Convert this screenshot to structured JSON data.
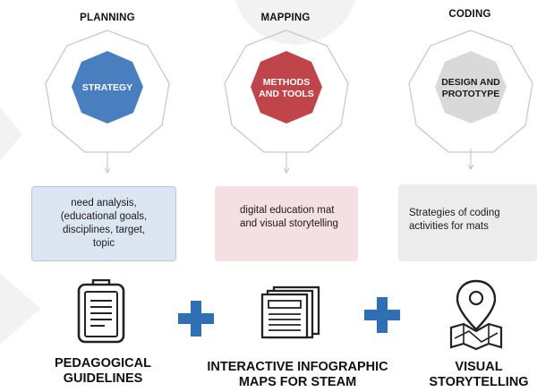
{
  "columns": [
    {
      "title": "PLANNING",
      "hex_label": "STRATEGY",
      "hex_color": "#4a7fbf",
      "hex_text_color": "#ffffff",
      "box_text": "need analysis,\n(educational goals,\ndisciplines, target,\ntopic",
      "box_color": "#dce6f2"
    },
    {
      "title": "MAPPING",
      "hex_label": "METHODS\nAND TOOLS",
      "hex_color": "#c0454a",
      "hex_text_color": "#ffffff",
      "box_text": "digital education mat\nand  visual storytelling",
      "box_color": "#f4dfe3"
    },
    {
      "title": "CODING",
      "hex_label": "DESIGN AND\nPROTOTYPE",
      "hex_color": "#d9d9d9",
      "hex_text_color": "#1a1a1a",
      "box_text": "Strategies of coding\nactivities for mats",
      "box_color": "#ececec"
    }
  ],
  "outputs": [
    {
      "label": "PEDAGOGICAL\nGUIDELINES",
      "icon": "clipboard-document-icon"
    },
    {
      "label": "INTERACTIVE INFOGRAPHIC\nMAPS FOR STEAM",
      "icon": "layered-documents-icon"
    },
    {
      "label": "VISUAL\nSTORYTELLING",
      "icon": "map-pin-icon"
    }
  ],
  "connector_symbol": "+",
  "colors": {
    "accent_blue": "#4a7fbf",
    "plus_blue": "#2f6fb3",
    "outline_grey": "#c9c9c9"
  }
}
